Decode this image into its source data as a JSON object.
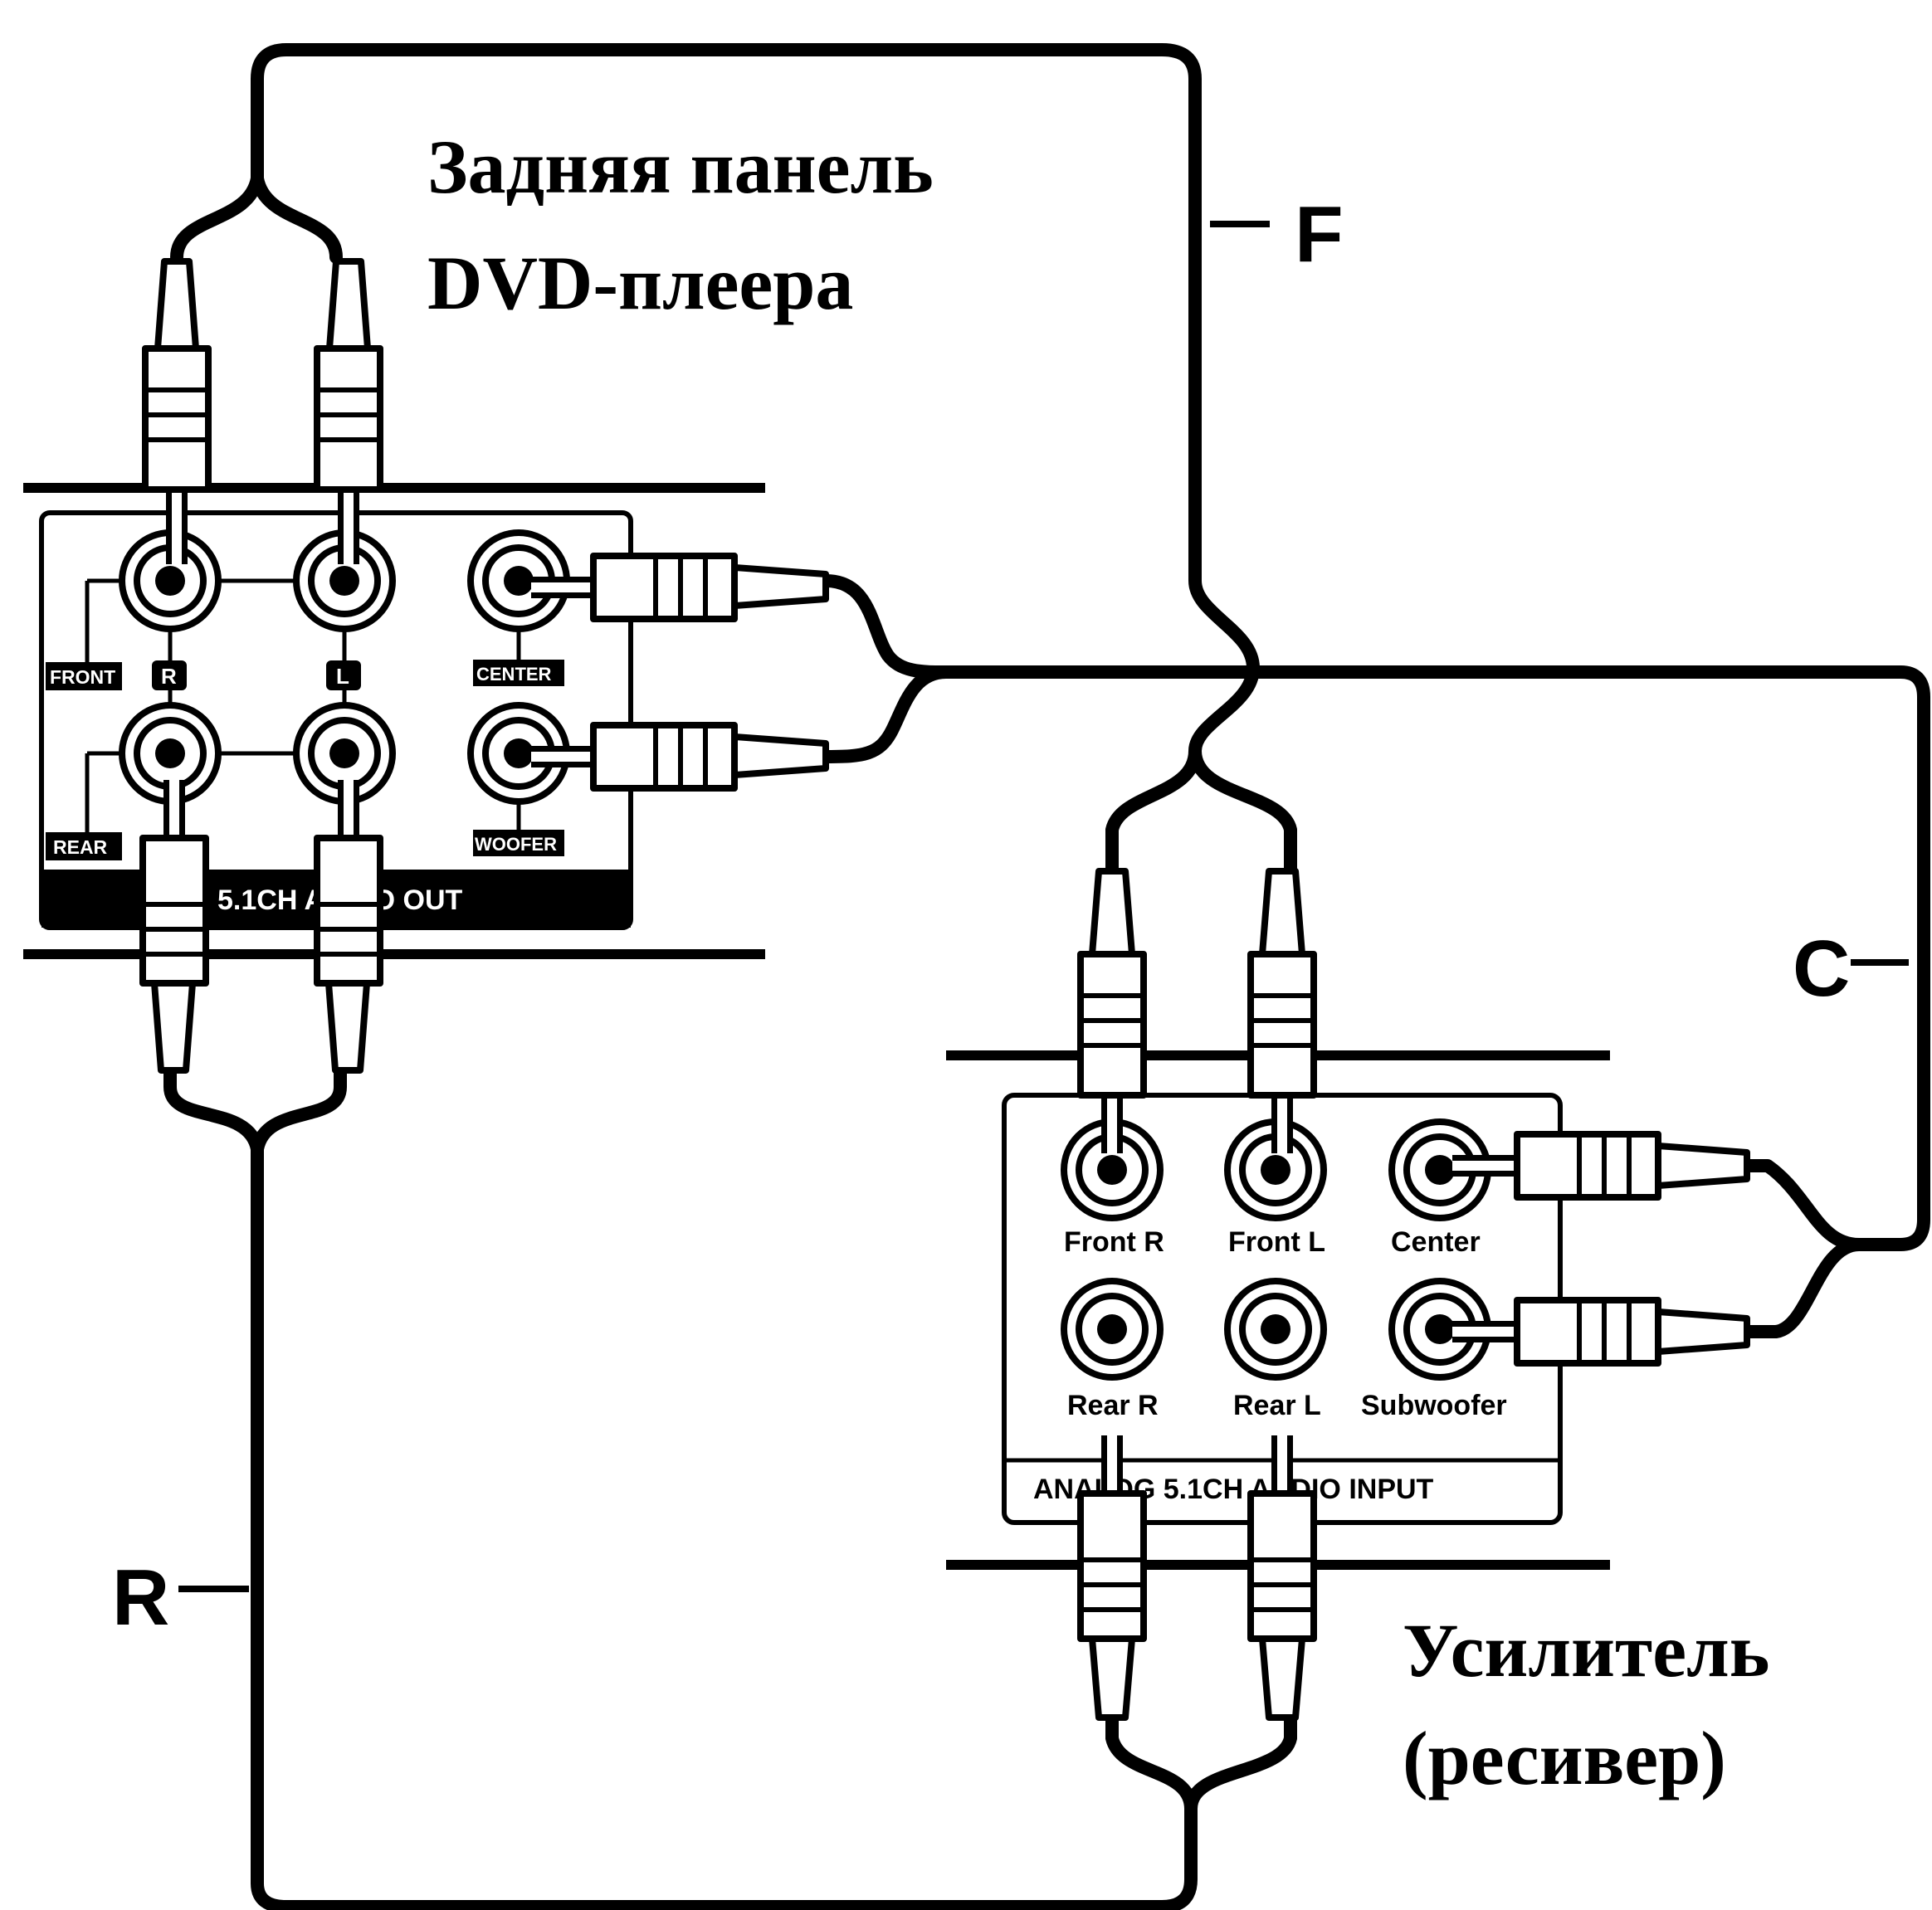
{
  "dvd": {
    "title_line1": "Задняя панель",
    "title_line2": "DVD-плеера",
    "front_label": "FRONT",
    "rear_label": "REAR",
    "r_label": "R",
    "l_label": "L",
    "center_label": "CENTER",
    "woofer_label": "WOOFER",
    "panel_caption": "5.1CH AUDIO OUT"
  },
  "amp": {
    "title_line1": "Усилитель",
    "title_line2": "(ресивер)",
    "jacks": {
      "front_r": "Front R",
      "front_l": "Front L",
      "center": "Center",
      "rear_r": "Rear R",
      "rear_l": "Rear L",
      "subwoofer": "Subwoofer"
    },
    "panel_caption": "ANALOG 5.1CH AUDIO INPUT"
  },
  "cables": {
    "f": "F",
    "c": "C",
    "r": "R"
  }
}
